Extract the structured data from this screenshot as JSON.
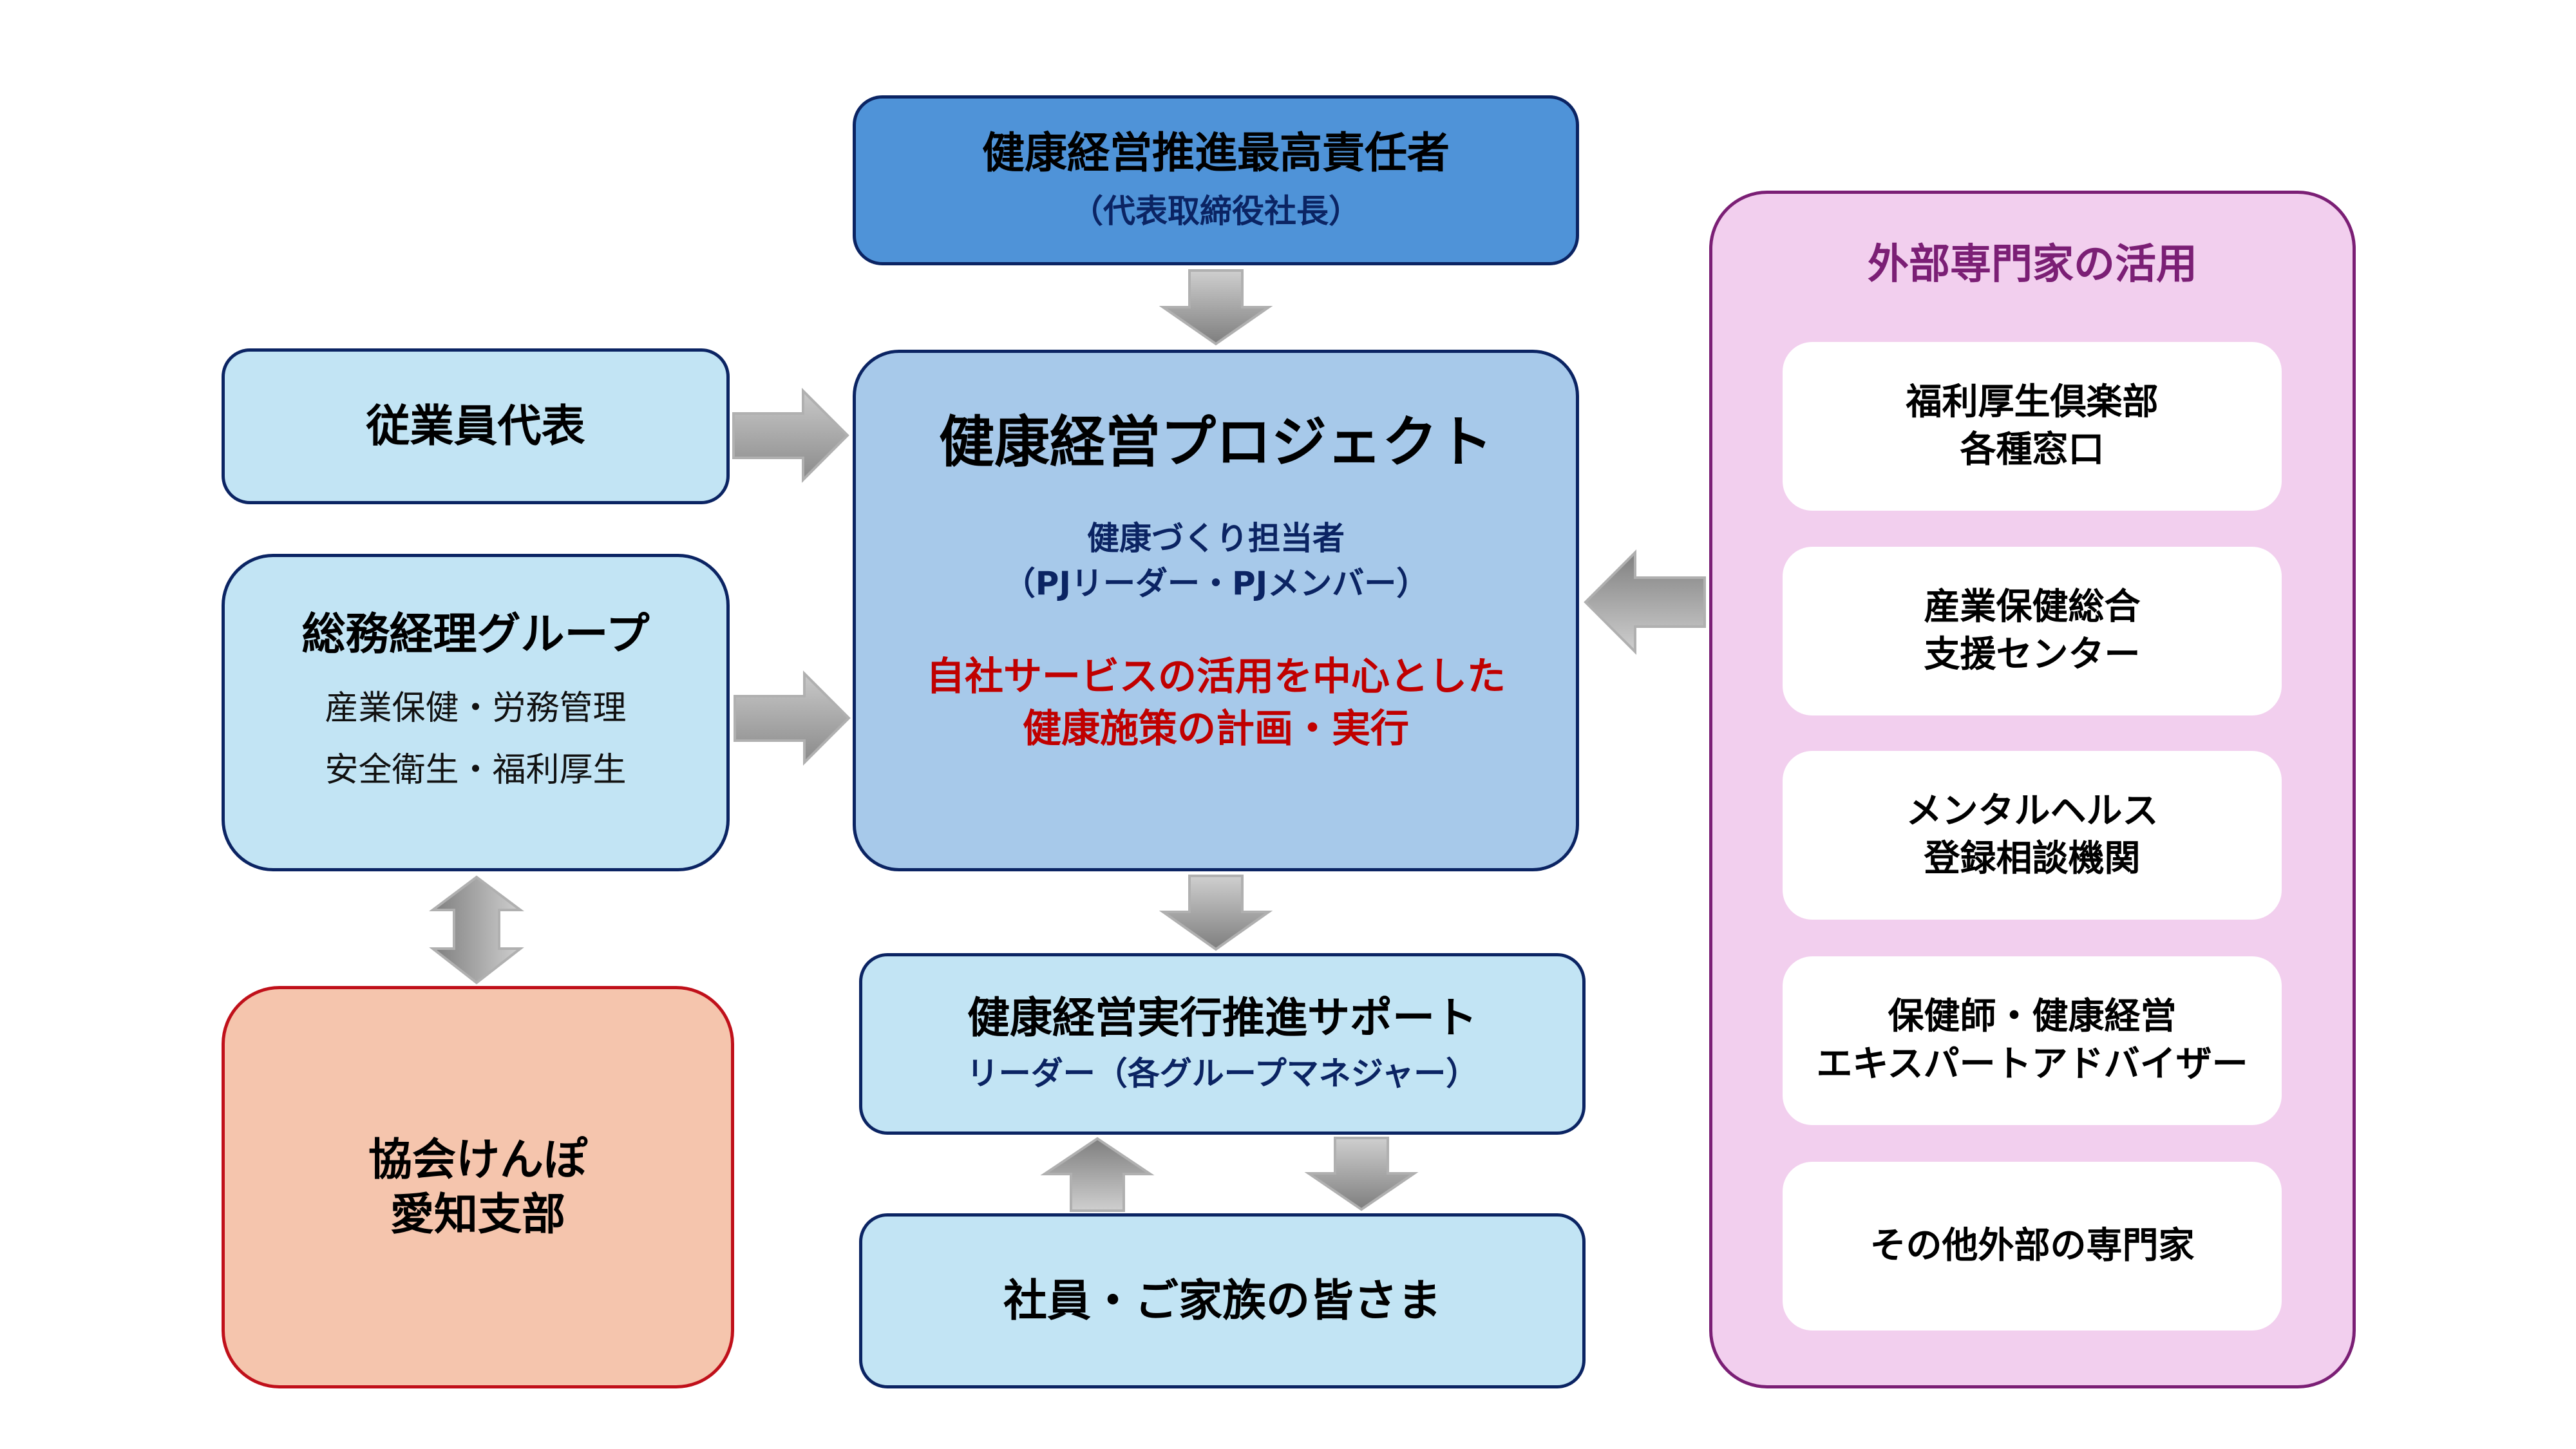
{
  "top_box": {
    "title": "健康経営推進最高責任者",
    "subtitle": "（代表取締役社長）"
  },
  "project_box": {
    "title": "健康経営プロジェクト",
    "members_line1": "健康づくり担当者",
    "members_line2": "（PJリーダー・PJメンバー）",
    "focus_line1": "自社サービスの活用を中心とした",
    "focus_line2": "健康施策の計画・実行"
  },
  "employee_rep_box": {
    "title": "従業員代表"
  },
  "general_affairs_box": {
    "title": "総務経理グループ",
    "line1": "産業保健・労務管理",
    "line2": "安全衛生・福利厚生"
  },
  "kyokai_box": {
    "line1": "協会けんぽ",
    "line2": "愛知支部"
  },
  "support_box": {
    "title": "健康経営実行推進サポート",
    "subtitle": "リーダー（各グループマネジャー）"
  },
  "family_box": {
    "title": "社員・ご家族の皆さま"
  },
  "external_panel": {
    "title": "外部専門家の活用",
    "cards": [
      {
        "line1": "福利厚生倶楽部",
        "line2": "各種窓口"
      },
      {
        "line1": "産業保健総合",
        "line2": "支援センター"
      },
      {
        "line1": "メンタルヘルス",
        "line2": "登録相談機関"
      },
      {
        "line1": "保健師・健康経営",
        "line2": "エキスパートアドバイザー"
      },
      {
        "line1": "その他外部の専門家",
        "line2": ""
      }
    ]
  },
  "colors": {
    "top_box": "#4f93d8",
    "project_box": "#a7c9ea",
    "light_box": "#c2e4f4",
    "kyokai_box": "#f5c5ad",
    "external_panel": "#f2cfee",
    "navy_text": "#0b2463",
    "red_text": "#c00000",
    "purple_text": "#7b1f75",
    "arrow_gray": "#a6a6a6"
  }
}
